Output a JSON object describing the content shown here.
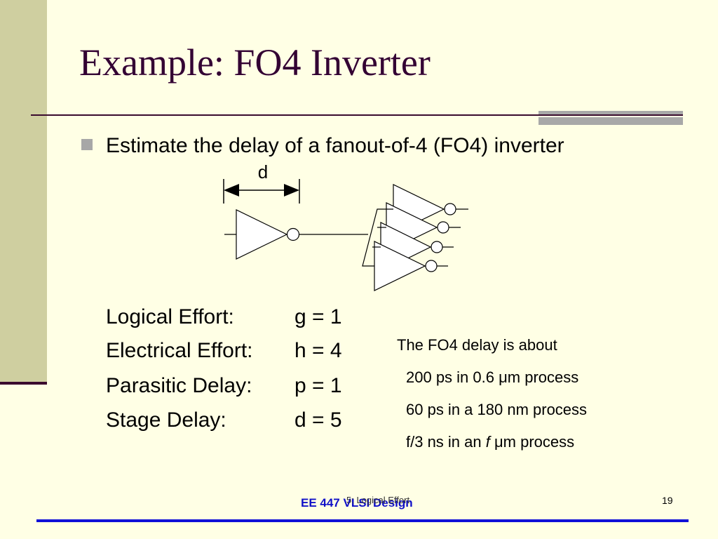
{
  "slide": {
    "title": "Example: FO4 Inverter",
    "bullet": "Estimate the delay of a fanout-of-4 (FO4) inverter"
  },
  "diagram": {
    "delay_label": "d"
  },
  "effort": [
    {
      "label": "Logical Effort:",
      "value": "g = 1"
    },
    {
      "label": "Electrical Effort:",
      "value": "h = 4"
    },
    {
      "label": "Parasitic Delay:",
      "value": "p = 1"
    },
    {
      "label": "Stage Delay:",
      "value": "d = 5"
    }
  ],
  "notes": {
    "heading": "The FO4 delay is about",
    "line1": "200 ps in 0.6 μm process",
    "line2": "60 ps in a 180 nm process",
    "line3_prefix": "f/3 ns in an ",
    "line3_var": "f",
    "line3_suffix": " μm process"
  },
  "footer": {
    "course": "EE 447 VLSI Design",
    "subtitle": "5: Logical Effort",
    "page": "19"
  },
  "colors": {
    "background": "#FFFFE5",
    "sidebar": "#CFCFA0",
    "title": "#330033",
    "footer_text": "#1010C8"
  }
}
